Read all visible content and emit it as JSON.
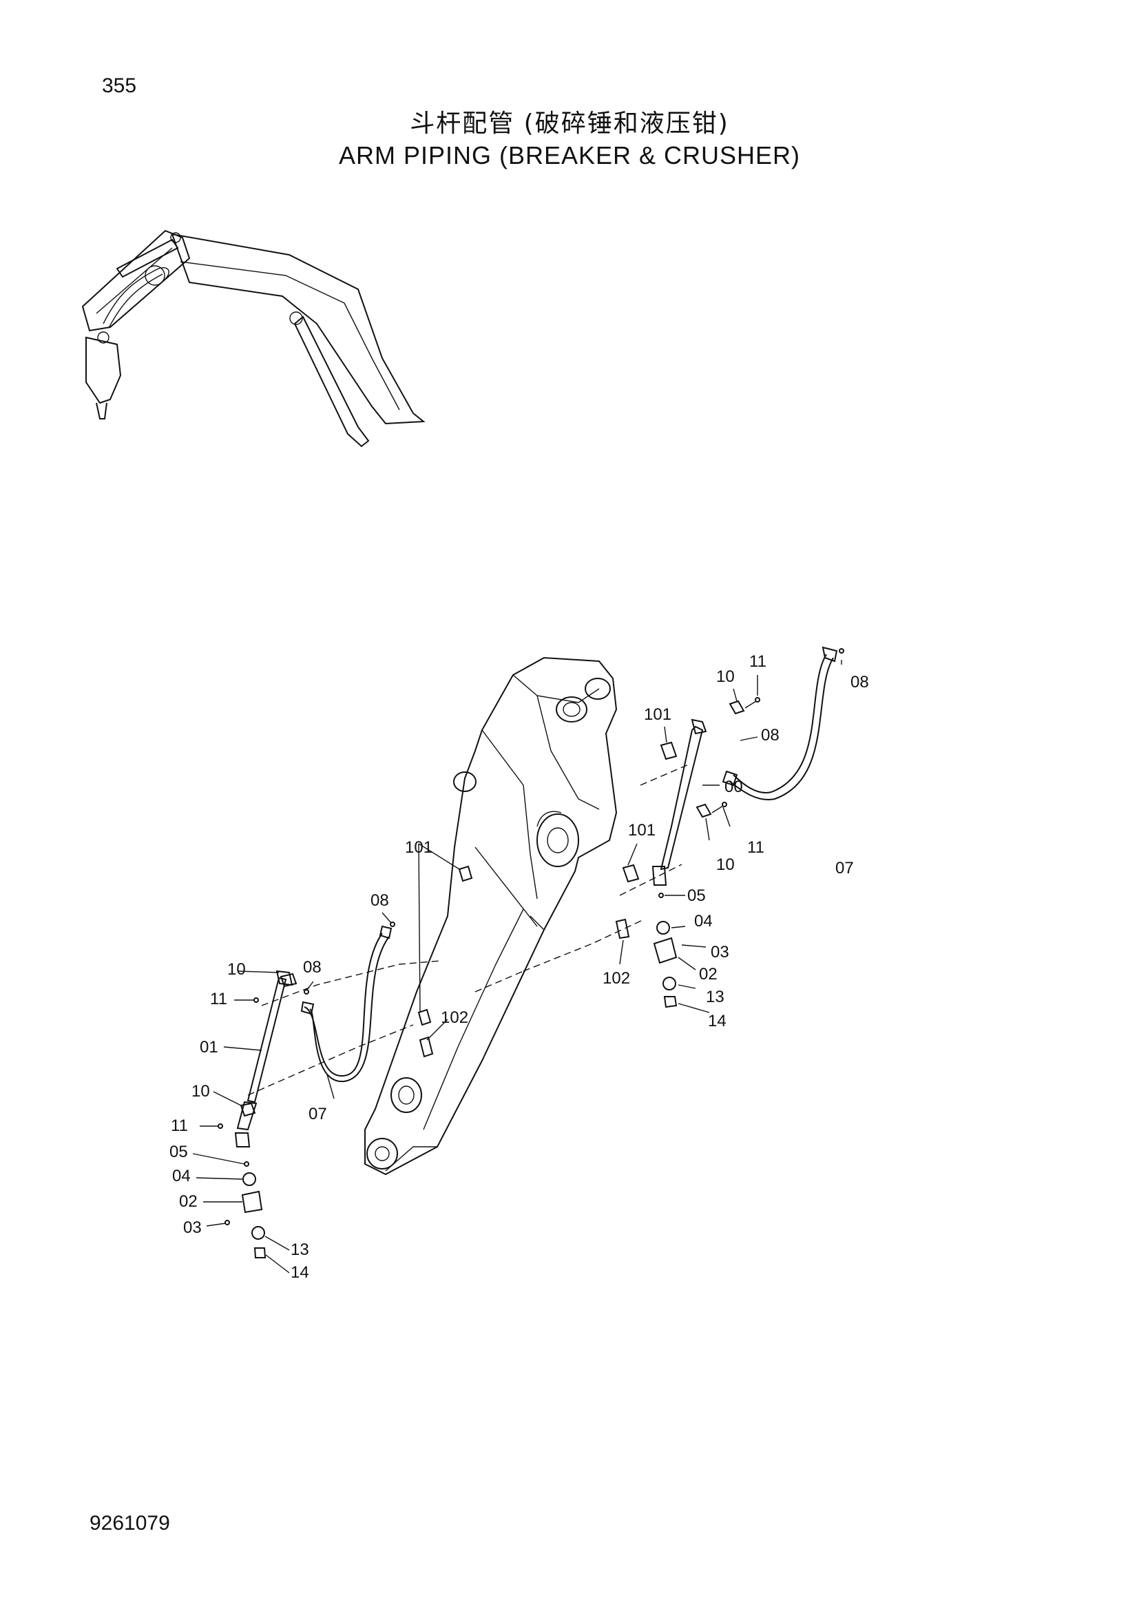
{
  "header": {
    "page_number": "355",
    "title_cn": "斗杆配管 (破碎锤和液压钳)",
    "title_en": "ARM  PIPING  (BREAKER & CRUSHER)"
  },
  "footer": {
    "doc_number": "9261079"
  },
  "callouts": {
    "c11_top": "11",
    "c10_top": "10",
    "c101_top": "101",
    "c08_top_right": "08",
    "c08_right": "08",
    "c00": "00",
    "c101_mid": "101",
    "c11_mid": "11",
    "c10_mid": "10",
    "c07_right": "07",
    "c05_right": "05",
    "c04_right": "04",
    "c03_right": "03",
    "c02_right": "02",
    "c102_right": "102",
    "c13_right": "13",
    "c14_right": "14",
    "c101_left": "101",
    "c08_left_top": "08",
    "c10_left_top": "10",
    "c08_left_mid": "08",
    "c11_left_top": "11",
    "c102_left": "102",
    "c01": "01",
    "c07_left": "07",
    "c10_left_bot": "10",
    "c11_left_bot": "11",
    "c05_left": "05",
    "c04_left": "04",
    "c02_left": "02",
    "c03_left": "03",
    "c13_left": "13",
    "c14_left": "14"
  }
}
